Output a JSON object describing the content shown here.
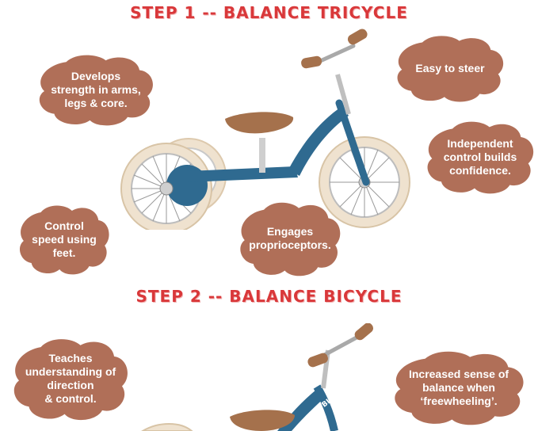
{
  "steps": [
    {
      "title": "STEP 1 -- BALANCE TRICYCLE"
    },
    {
      "title": "STEP 2 -- BALANCE BICYCLE"
    }
  ],
  "bubbles": {
    "b1": "Develops\nstrength in arms,\nlegs & core.",
    "b2": "Easy to steer",
    "b3": "Independent\ncontrol builds\nconfidence.",
    "b4": "Control\nspeed using\nfeet.",
    "b5": "Engages\nproprioceptors.",
    "b6": "Teaches\nunderstanding of\ndirection\n& control.",
    "b7": "Increased sense of\nbalance when\n‘freewheeling’."
  },
  "bike_brand": "TRYBIKE",
  "colors": {
    "heading": "#d9383a",
    "bubble": "#b06f58",
    "frame": "#2f6a90",
    "tire": "#efe2cf",
    "leather": "#a5714c"
  }
}
